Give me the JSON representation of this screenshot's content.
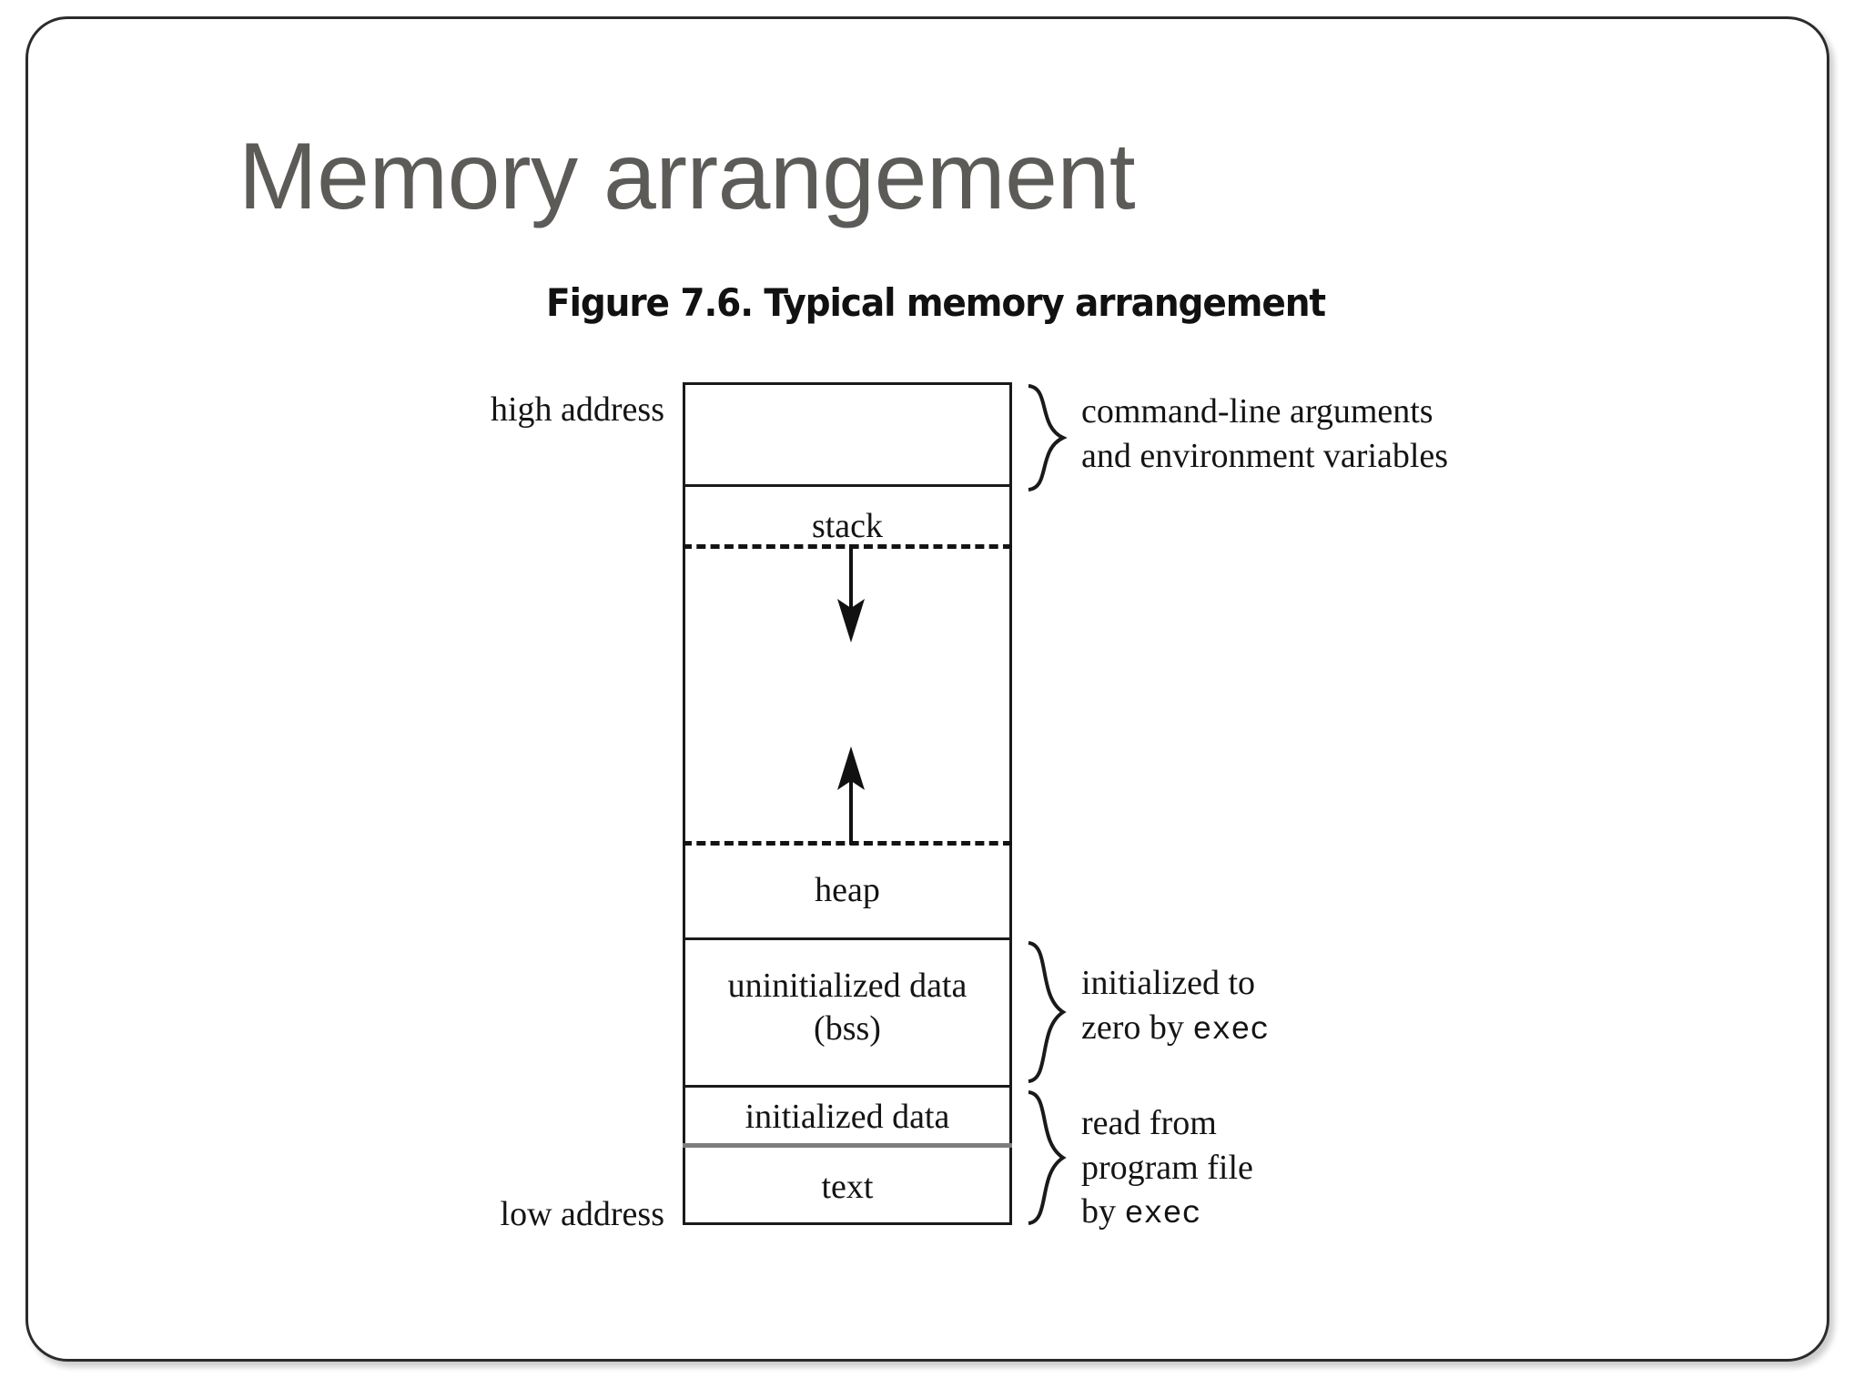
{
  "slide": {
    "title": "Memory arrangement",
    "figure_caption": "Figure 7.6. Typical memory arrangement"
  },
  "diagram": {
    "address_labels": {
      "high": "high address",
      "low": "low address"
    },
    "segments": [
      {
        "name": "args-env",
        "label": ""
      },
      {
        "name": "stack",
        "label": "stack"
      },
      {
        "name": "stack-growth-gap",
        "label": ""
      },
      {
        "name": "heap",
        "label": "heap"
      },
      {
        "name": "bss",
        "label": "uninitialized data",
        "label2": "(bss)"
      },
      {
        "name": "initialized-data",
        "label": "initialized data"
      },
      {
        "name": "text",
        "label": "text"
      }
    ],
    "annotations": [
      {
        "name": "args-env-note",
        "lines": [
          "command-line arguments",
          "and environment variables"
        ]
      },
      {
        "name": "bss-note",
        "line1": "initialized to",
        "line2_prefix": "zero by ",
        "line2_mono": "exec"
      },
      {
        "name": "text-data-note",
        "line1": "read from",
        "line2": "program file",
        "line3_prefix": "by ",
        "line3_mono": "exec"
      }
    ],
    "arrows": {
      "stack_direction": "down",
      "heap_direction": "up"
    },
    "colors": {
      "title": "#5d5b58",
      "line": "#1a1a1a",
      "gray_divider": "#7d7d7d",
      "text": "#141414",
      "frame": "#2b2b2b",
      "background": "#ffffff"
    }
  }
}
